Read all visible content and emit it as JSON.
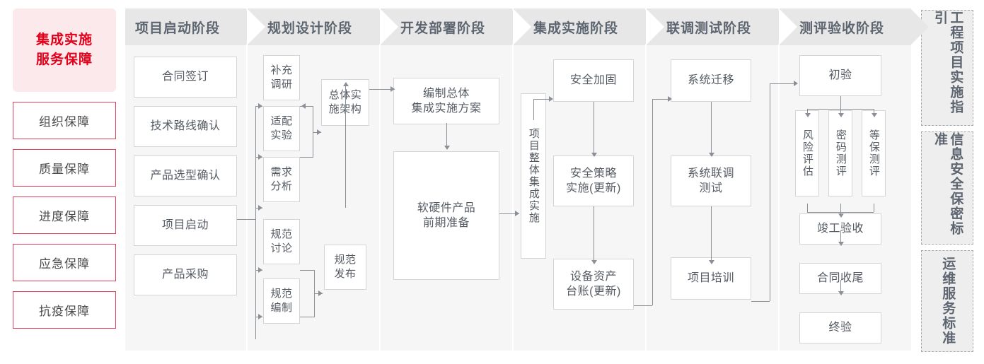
{
  "rail": {
    "title": "集成实施\n服务保障",
    "title_line1": "集成实施",
    "title_line2": "服务保障",
    "items": [
      {
        "label": "组织保障"
      },
      {
        "label": "质量保障"
      },
      {
        "label": "进度保障"
      },
      {
        "label": "应急保障"
      },
      {
        "label": "抗疫保障"
      }
    ]
  },
  "phases": [
    {
      "header": "项目启动阶段",
      "nodes": [
        {
          "label": "合同签订"
        },
        {
          "label": "技术路线确认"
        },
        {
          "label": "产品选型确认"
        },
        {
          "label": "项目启动"
        },
        {
          "label": "产品采购"
        }
      ]
    },
    {
      "header": "规划设计阶段",
      "nodes": [
        {
          "label": "补充\n调研"
        },
        {
          "label": "适配\n实验"
        },
        {
          "label": "需求\n分析"
        },
        {
          "label": "规范\n讨论"
        },
        {
          "label": "规范\n编制"
        },
        {
          "label": "总体实\n施架构"
        },
        {
          "label": "规范\n发布"
        }
      ]
    },
    {
      "header": "开发部署阶段",
      "nodes": [
        {
          "label": "编制总体\n集成实施方案"
        },
        {
          "label": "软硬件产品\n前期准备"
        }
      ]
    },
    {
      "header": "集成实施阶段",
      "nodes": [
        {
          "label": "项目整体集成实施"
        },
        {
          "label": "安全加固"
        },
        {
          "label": "安全策略\n实施(更新)"
        },
        {
          "label": "设备资产\n台账(更新)"
        }
      ]
    },
    {
      "header": "联调测试阶段",
      "nodes": [
        {
          "label": "系统迁移"
        },
        {
          "label": "系统联调\n测试"
        },
        {
          "label": "项目培训"
        }
      ]
    },
    {
      "header": "测评验收阶段",
      "nodes": [
        {
          "label": "初验"
        },
        {
          "label": "风险评估"
        },
        {
          "label": "密码测评"
        },
        {
          "label": "等保测评"
        },
        {
          "label": "竣工验收"
        },
        {
          "label": "合同收尾"
        },
        {
          "label": "终验"
        }
      ]
    }
  ],
  "standards": [
    {
      "label": "工程项目实施指引"
    },
    {
      "label": "信息安全保密标准"
    },
    {
      "label": "运维服务标准"
    }
  ],
  "colors": {
    "brand_red": "#e2001a",
    "brand_pink_bg": "#fce9ec",
    "header_gray": "#e7e7e7",
    "column_bg": "#f6f6f6",
    "box_border": "#d5d5d5",
    "connector": "#8b8f96",
    "text_gray": "#555b63"
  }
}
